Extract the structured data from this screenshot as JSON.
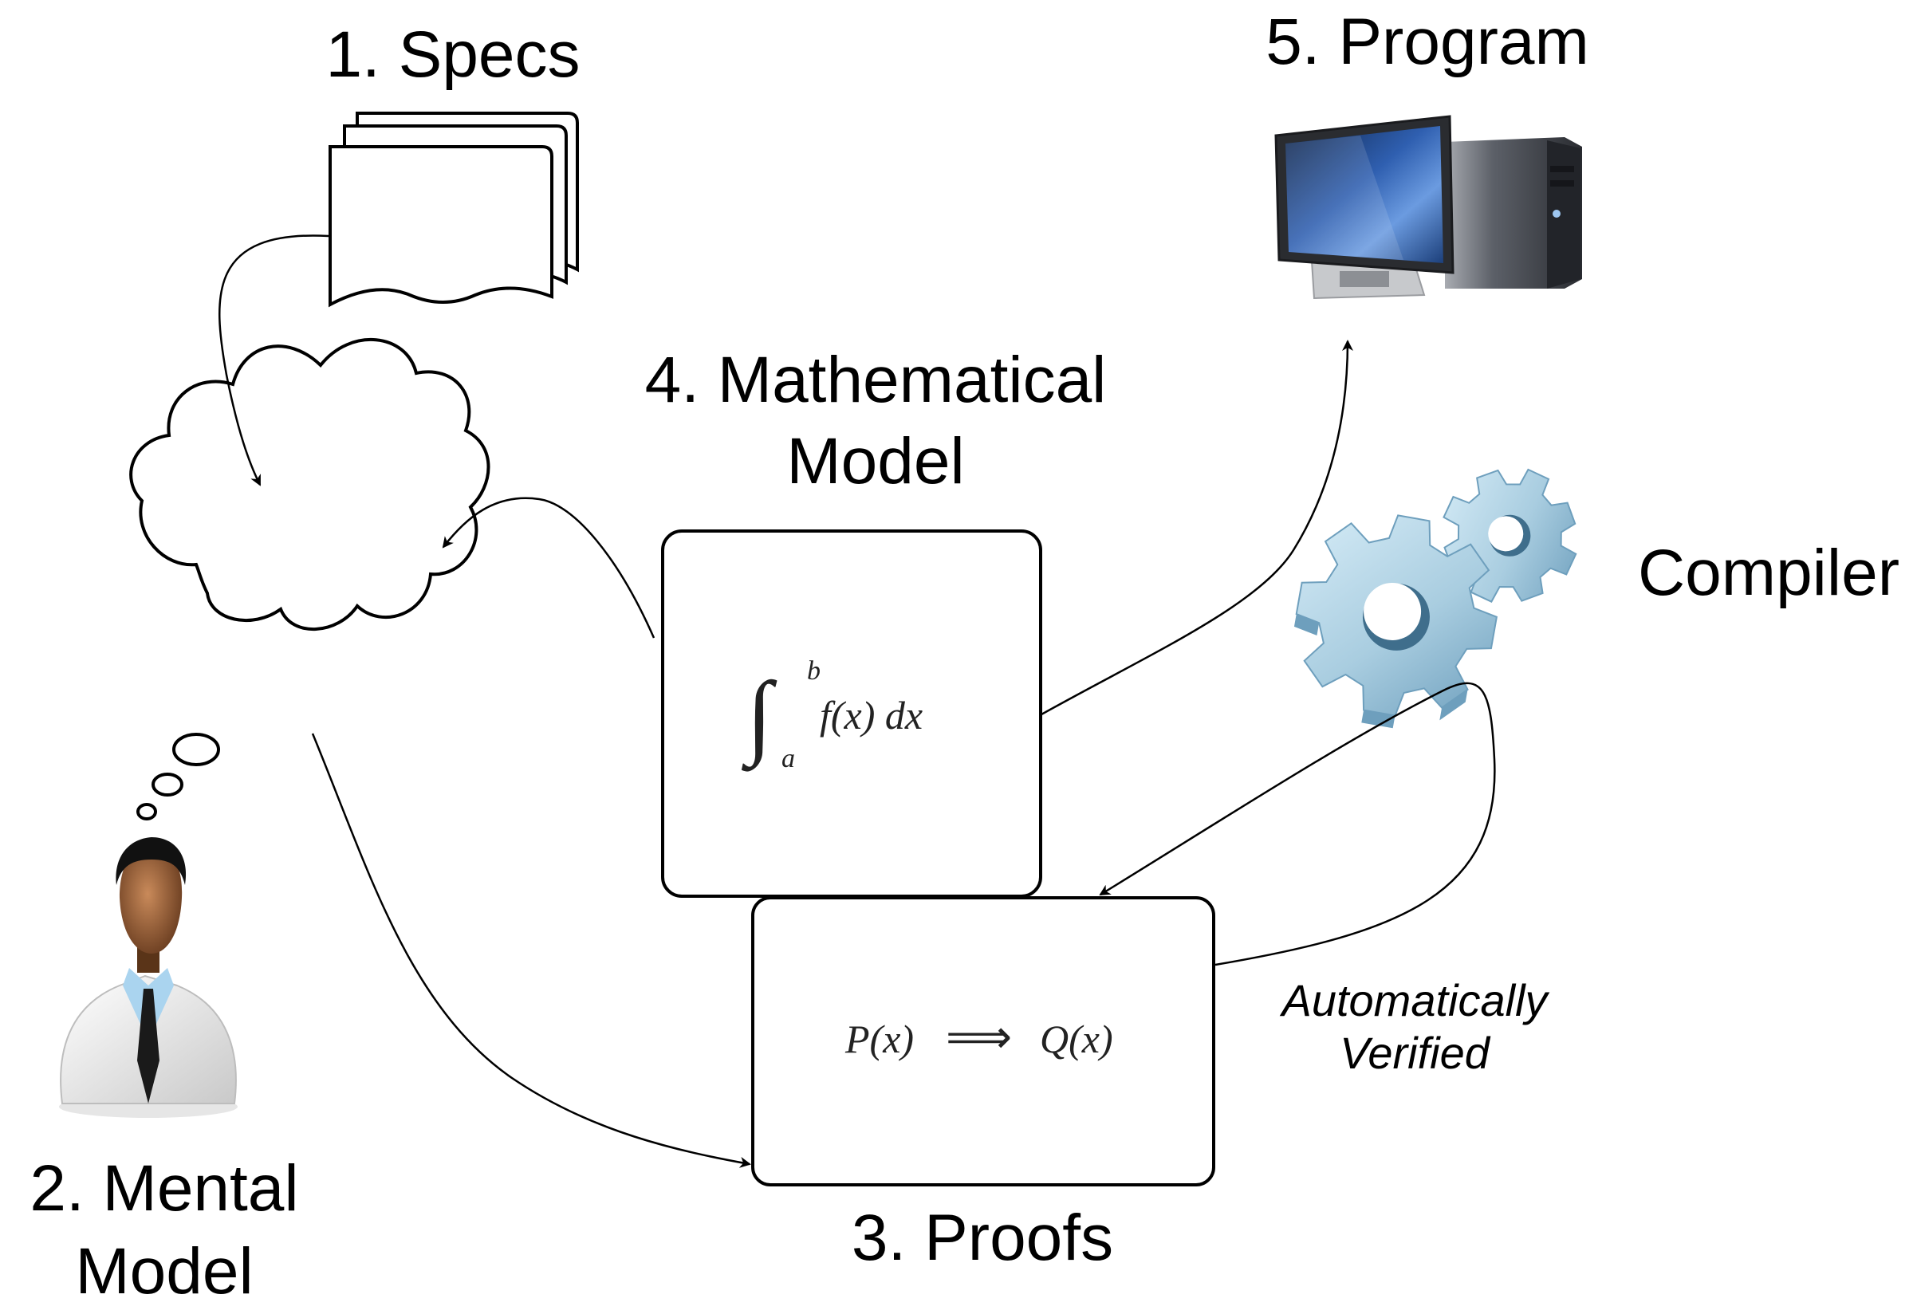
{
  "nodes": {
    "specs": {
      "label": "1. Specs"
    },
    "mental_model": {
      "label_line1": "2. Mental",
      "label_line2": "Model"
    },
    "proofs": {
      "label": "3. Proofs",
      "formula": {
        "p": "P(x)",
        "arrow": "⟹",
        "q": "Q(x)"
      }
    },
    "mathematical_model": {
      "label_line1": "4. Mathematical",
      "label_line2": "Model",
      "formula": {
        "integral": "∫",
        "upper": "b",
        "lower": "a",
        "body": "f(x) dx"
      }
    },
    "program": {
      "label": "5. Program"
    },
    "compiler": {
      "label": "Compiler"
    }
  },
  "edge_labels": {
    "verified_line1": "Automatically",
    "verified_line2": "Verified"
  },
  "icons": {
    "specs": "documents-stack-icon",
    "mental_model": "thought-cloud-icon",
    "person": "person-icon",
    "program": "desktop-computer-icon",
    "compiler": "gears-icon"
  },
  "colors": {
    "gear": "#a9cde0",
    "gear_dark": "#6e9fbd",
    "monitor_screen": "#2f5fb0",
    "tower": "#3a3d44",
    "skin": "#7a4a2a",
    "suit": "#e8e8e8",
    "shirt": "#aad4ef"
  }
}
